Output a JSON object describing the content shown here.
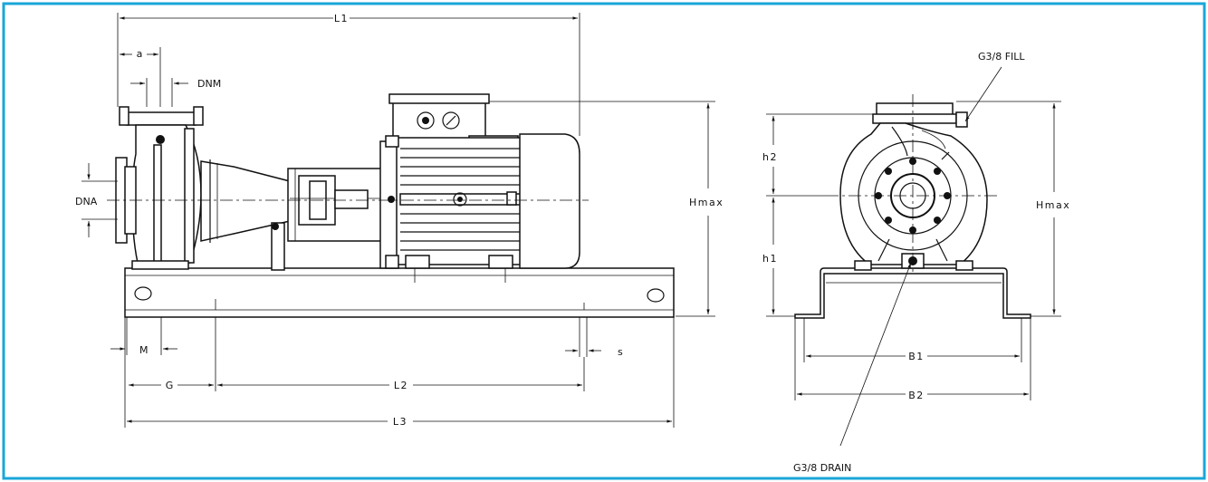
{
  "diagram": {
    "border_color": "#1aa6d8",
    "side_view": {
      "labels": {
        "L1": "L1",
        "a": "a",
        "DNM": "DNM",
        "DNA": "DNA",
        "Hmax": "Hmax",
        "M": "M",
        "s": "s",
        "G": "G",
        "L2": "L2",
        "L3": "L3"
      }
    },
    "front_view": {
      "labels": {
        "fill": "G3/8 FILL",
        "h2": "h2",
        "h1": "h1",
        "Hmax": "Hmax",
        "B1": "B1",
        "B2": "B2",
        "drain": "G3/8 DRAIN"
      }
    }
  }
}
